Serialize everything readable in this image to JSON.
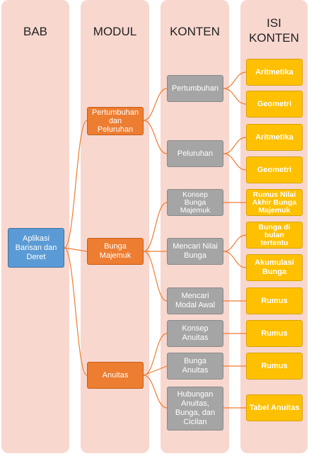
{
  "columns": {
    "bab": "BAB",
    "modul": "MODUL",
    "konten": "KONTEN",
    "isi": "ISI\nKONTEN"
  },
  "bab": {
    "label": "Aplikasi\nBarisan dan\nDeret"
  },
  "modul": [
    {
      "label": "Pertumbuhan\ndan\nPeluruhan"
    },
    {
      "label": "Bunga\nMajemuk"
    },
    {
      "label": "Anuitas"
    }
  ],
  "konten": [
    {
      "label": "Pertumbuhan"
    },
    {
      "label": "Peluruhan"
    },
    {
      "label": "Konsep\nBunga\nMajemuk"
    },
    {
      "label": "Mencari Nilai\nBunga"
    },
    {
      "label": "Mencari\nModal Awal"
    },
    {
      "label": "Konsep\nAnuitas"
    },
    {
      "label": "Bunga\nAnuitas"
    },
    {
      "label": "Hubungan\nAnuitas,\nBunga, dan\nCicilan"
    }
  ],
  "isi": [
    {
      "label": "Aritmetika"
    },
    {
      "label": "Geometri"
    },
    {
      "label": "Aritmetika"
    },
    {
      "label": "Geometri"
    },
    {
      "label": "Rumus Nilai\nAkhir Bunga\nMajemuk"
    },
    {
      "label": "Bunga di\nbulan\ntertentu"
    },
    {
      "label": "Akumulasi\nBunga"
    },
    {
      "label": "Rumus"
    },
    {
      "label": "Rumus"
    },
    {
      "label": "Rumus"
    },
    {
      "label": "Tabel Anuitas"
    }
  ],
  "colors": {
    "column_bg": "#f8d7cf",
    "bab": "#5b9bd5",
    "modul": "#ed7d31",
    "konten": "#a5a5a5",
    "isi": "#ffc000",
    "connector": "#ed7d31"
  }
}
